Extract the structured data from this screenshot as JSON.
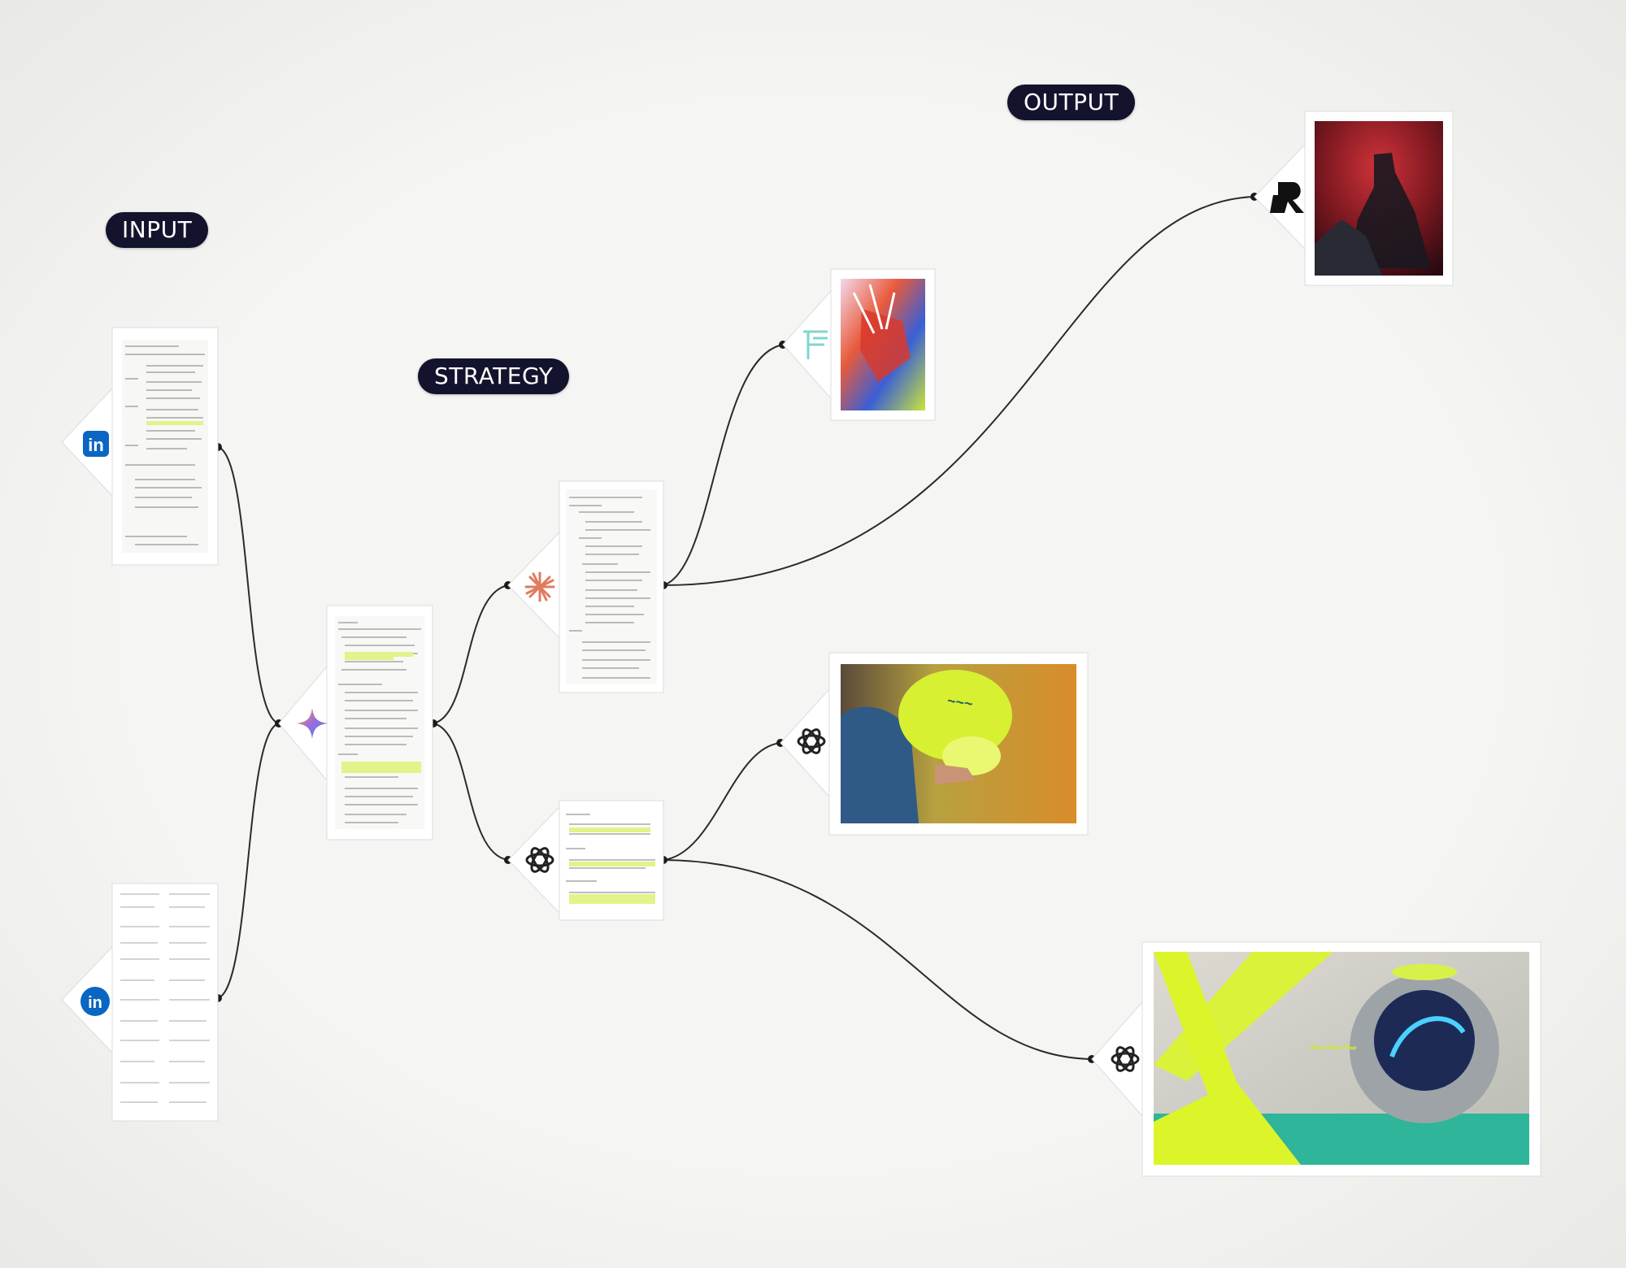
{
  "labels": {
    "input": "INPUT",
    "strategy": "STRATEGY",
    "output": "OUTPUT"
  },
  "colors": {
    "pill_background": "#14132e",
    "pill_text": "#ffffff",
    "highlight": "#e3f28a",
    "linkedin_blue": "#0a66c2",
    "connector": "#2b2b2b"
  },
  "nodes": {
    "input_doc_1": {
      "icon": "linkedin-icon"
    },
    "input_doc_2": {
      "icon": "linkedin-icon"
    },
    "strategy_doc": {
      "icon": "gemini-sparkle-icon"
    },
    "strategy_claude_doc": {
      "icon": "claude-asterisk-icon"
    },
    "strategy_openai_doc": {
      "icon": "openai-icon"
    },
    "output_flux_image": {
      "icon": "flux-icon"
    },
    "output_recraft_image": {
      "icon": "recraft-icon"
    },
    "output_openai_image": {
      "icon": "openai-icon"
    },
    "output_openai_image_2": {
      "icon": "openai-icon"
    }
  }
}
